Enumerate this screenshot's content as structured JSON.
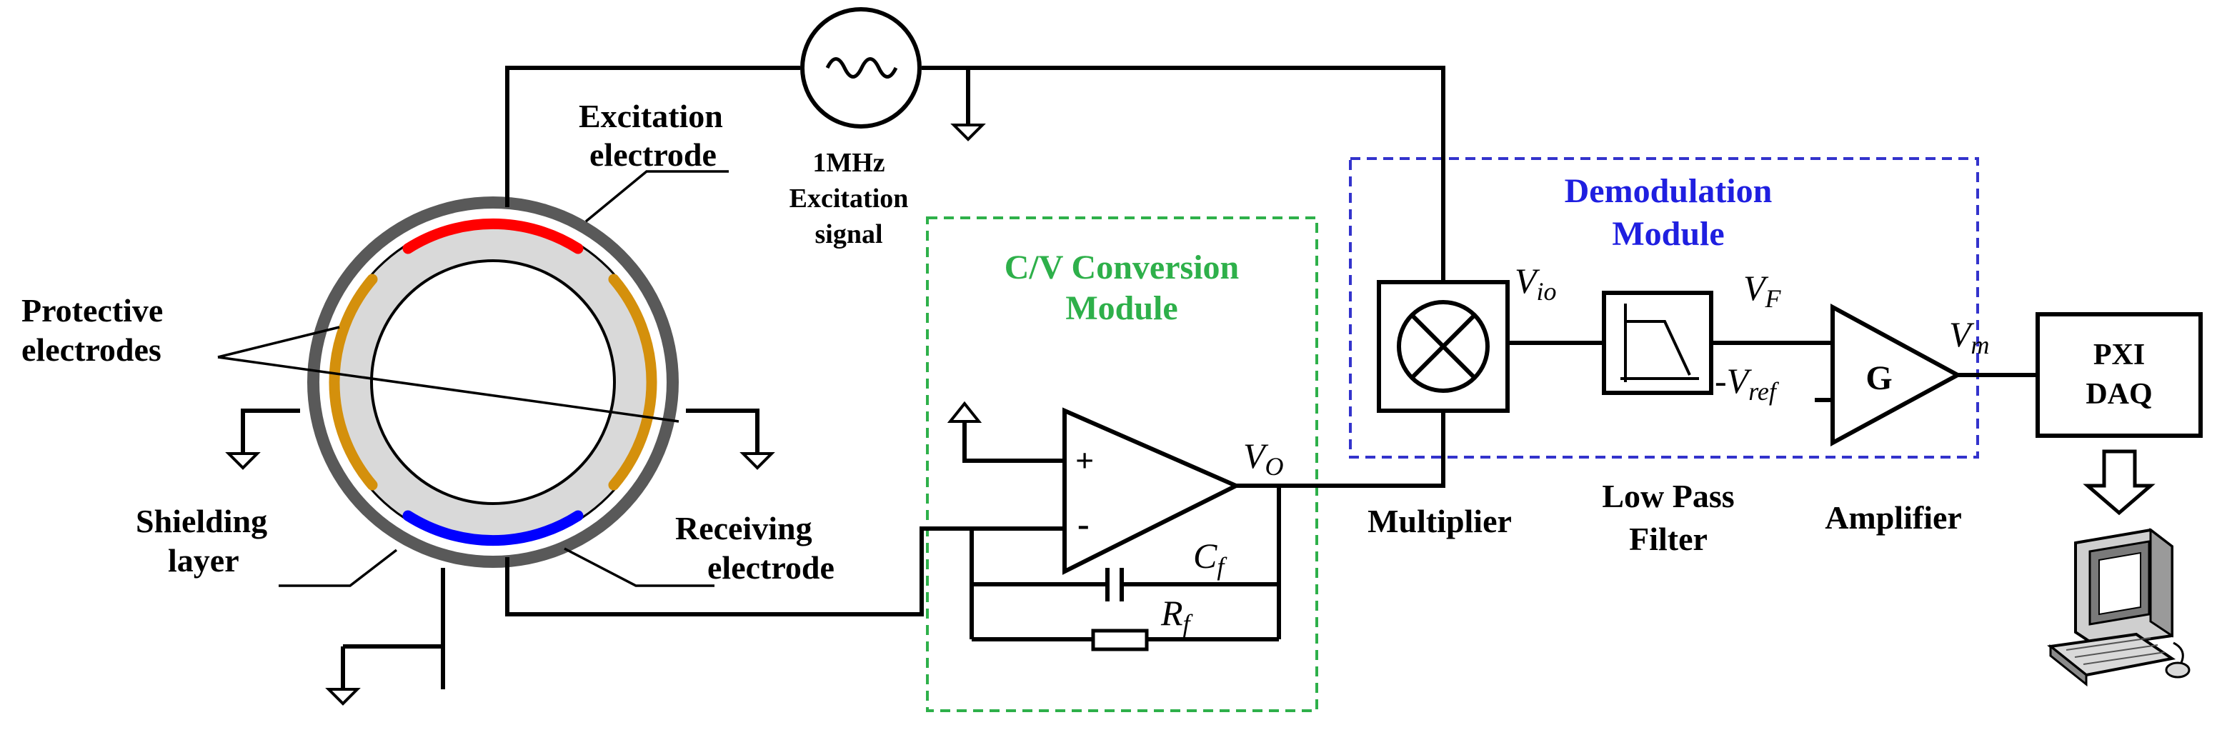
{
  "labels": {
    "excitation_electrode_1": "Excitation",
    "excitation_electrode_2": "electrode",
    "source_1": "1MHz",
    "source_2": "Excitation",
    "source_3": "signal",
    "protective_1": "Protective",
    "protective_2": "electrodes",
    "shielding_1": "Shielding",
    "shielding_2": "layer",
    "receiving_1": "Receiving",
    "receiving_2": "electrode",
    "cv_module_1": "C/V Conversion",
    "cv_module_2": "Module",
    "demod_module_1": "Demodulation",
    "demod_module_2": "Module",
    "multiplier": "Multiplier",
    "lpf_1": "Low Pass",
    "lpf_2": "Filter",
    "amplifier": "Amplifier",
    "amp_gain": "G",
    "daq_1": "PXI",
    "daq_2": "DAQ",
    "opamp_plus": "+",
    "opamp_minus": "-"
  },
  "signals": {
    "vo": "V",
    "vo_sub": "O",
    "cf": "C",
    "cf_sub": "f",
    "rf": "R",
    "rf_sub": "f",
    "vio": "V",
    "vio_sub": "io",
    "vf": "V",
    "vf_sub": "F",
    "vref_prefix": "-V",
    "vref_sub": "ref",
    "vm": "V",
    "vm_sub": "m"
  },
  "colors": {
    "excitation_electrode": "#ff0000",
    "protective_electrode": "#d4900c",
    "receiving_electrode": "#0000ff",
    "shielding": "#595959",
    "pipe_wall": "#d9d9d9",
    "cv_module_border": "#2eb04a",
    "cv_module_text": "#2eb04a",
    "demod_module_border": "#3333cc",
    "demod_module_text": "#1f1fe0"
  },
  "icons": [
    "ac-source-icon",
    "ground-icon",
    "multiplier-icon",
    "low-pass-filter-icon",
    "amplifier-icon",
    "op-amp-icon",
    "capacitor-icon",
    "resistor-icon",
    "down-arrow-icon",
    "computer-icon"
  ]
}
